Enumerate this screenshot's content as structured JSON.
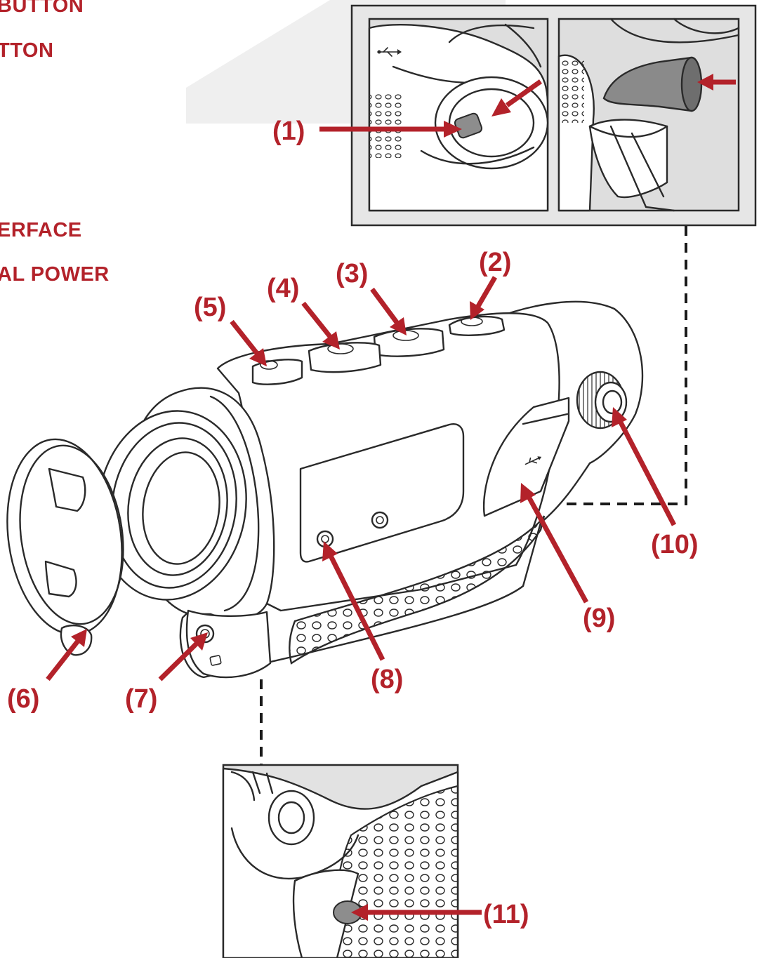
{
  "legend": {
    "lines": [
      "BUTTON",
      "TTON",
      "ERFACE",
      "AL POWER"
    ]
  },
  "callouts": [
    "(1)",
    "(2)",
    "(3)",
    "(4)",
    "(5)",
    "(6)",
    "(7)",
    "(8)",
    "(9)",
    "(10)",
    "(11)"
  ],
  "colors": {
    "accent_red": "#b3222a",
    "line": "#2a2a2a",
    "panel_gray": "#dedede"
  },
  "icons": {
    "usb": "usb-icon"
  }
}
